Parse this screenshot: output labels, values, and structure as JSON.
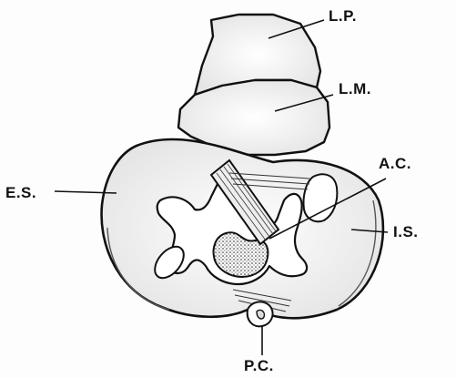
{
  "labels": {
    "lp": "L.P.",
    "lm": "L.M.",
    "es": "E.S.",
    "ac": "A.C.",
    "is": "I.S.",
    "pc": "P.C."
  },
  "colors": {
    "ink": "#111111",
    "paper": "#fdfdfd",
    "shade": "#d9d9d9"
  }
}
